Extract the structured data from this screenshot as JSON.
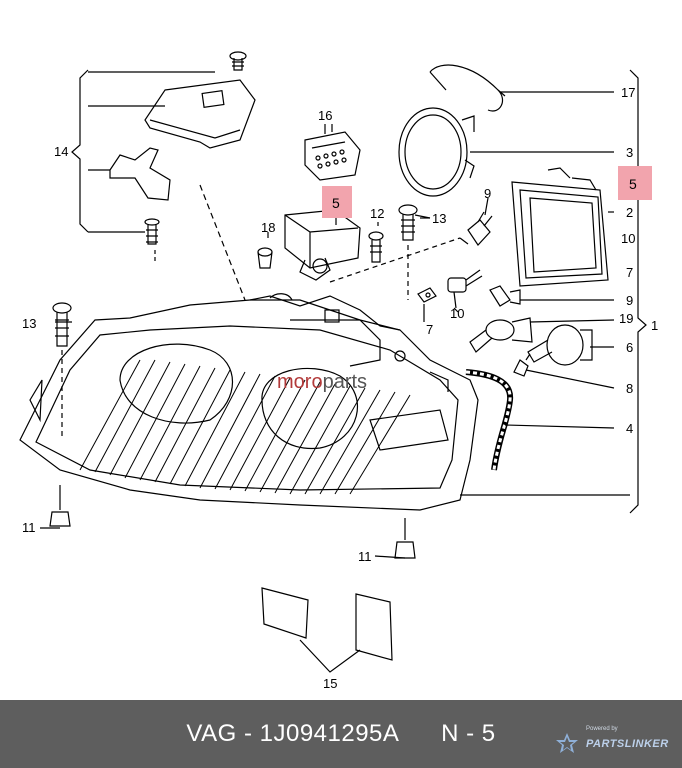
{
  "callouts": {
    "c1": "1",
    "c2": "2",
    "c3": "3",
    "c4": "4",
    "c5_right": "5",
    "c5_mid": "5",
    "c6": "6",
    "c7_right": "7",
    "c7_mid": "7",
    "c8": "8",
    "c9_right": "9",
    "c9_top": "9",
    "c10_right": "10",
    "c10_mid": "10",
    "c11_left": "11",
    "c11_bottom": "11",
    "c12": "12",
    "c13_left": "13",
    "c13_mid": "13",
    "c14": "14",
    "c15": "15",
    "c16": "16",
    "c17": "17",
    "c18": "18",
    "c19": "19"
  },
  "highlight_color": "#f2a4ad",
  "watermark": {
    "part1": "moro",
    "part2": "parts",
    "color1": "#b23a3a",
    "color2": "#555555"
  },
  "footer": {
    "part_text": "VAG - 1J0941295A      N - 5",
    "powered_small": "Powered by",
    "brand": "PARTSLINKER"
  }
}
